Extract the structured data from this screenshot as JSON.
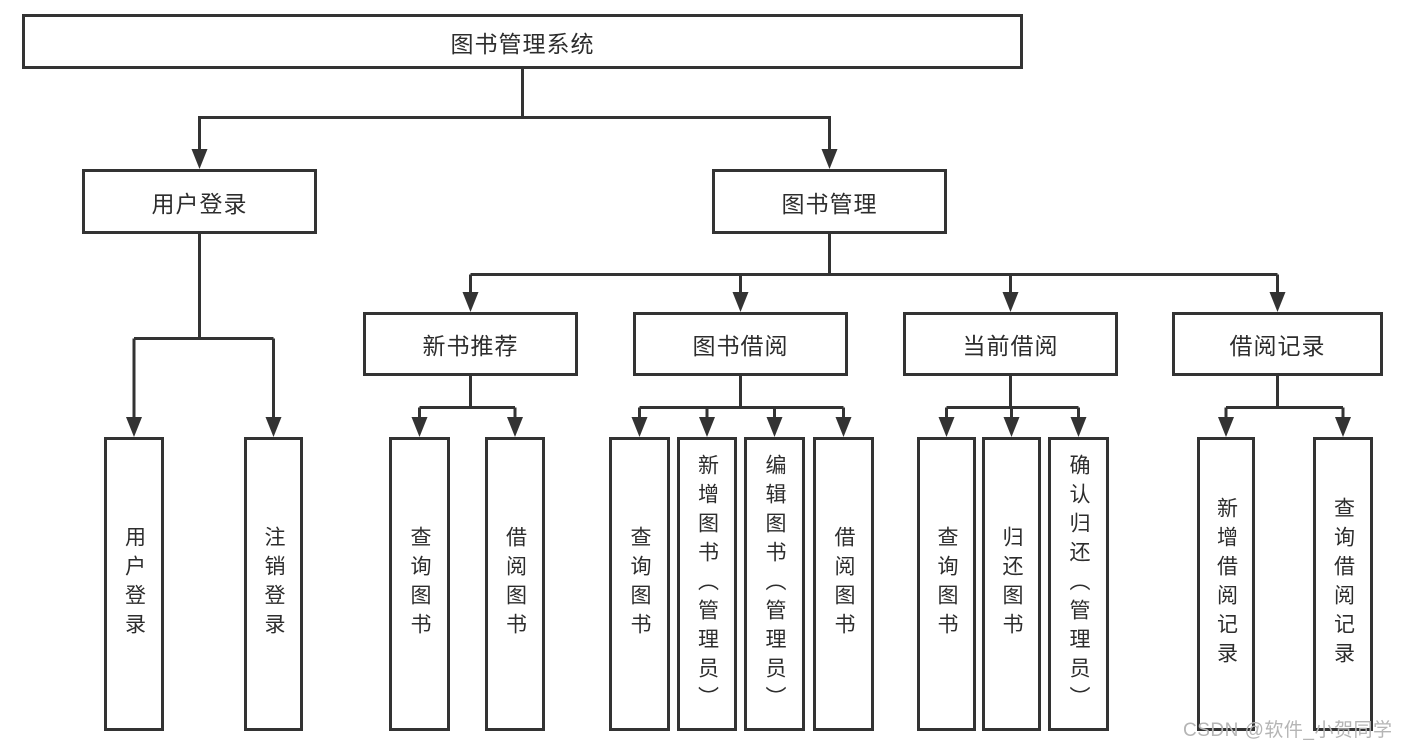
{
  "tree": {
    "root": "图书管理系统",
    "level2": [
      "用户登录",
      "图书管理"
    ],
    "level3": [
      "新书推荐",
      "图书借阅",
      "当前借阅",
      "借阅记录"
    ],
    "leaves": {
      "user_login": [
        "用户登录",
        "注销登录"
      ],
      "new_book": [
        "查询图书",
        "借阅图书"
      ],
      "borrow": [
        "查询图书",
        "新增图书（管理员）",
        "编辑图书（管理员）",
        "借阅图书"
      ],
      "current": [
        "查询图书",
        "归还图书",
        "确认归还（管理员）"
      ],
      "records": [
        "新增借阅记录",
        "查询借阅记录"
      ]
    }
  },
  "watermark": "CSDN @软件_小贺同学",
  "colors": {
    "line": "#333333",
    "text": "#2d2d2d",
    "background": "#ffffff",
    "watermark": "#b5b5b5"
  }
}
